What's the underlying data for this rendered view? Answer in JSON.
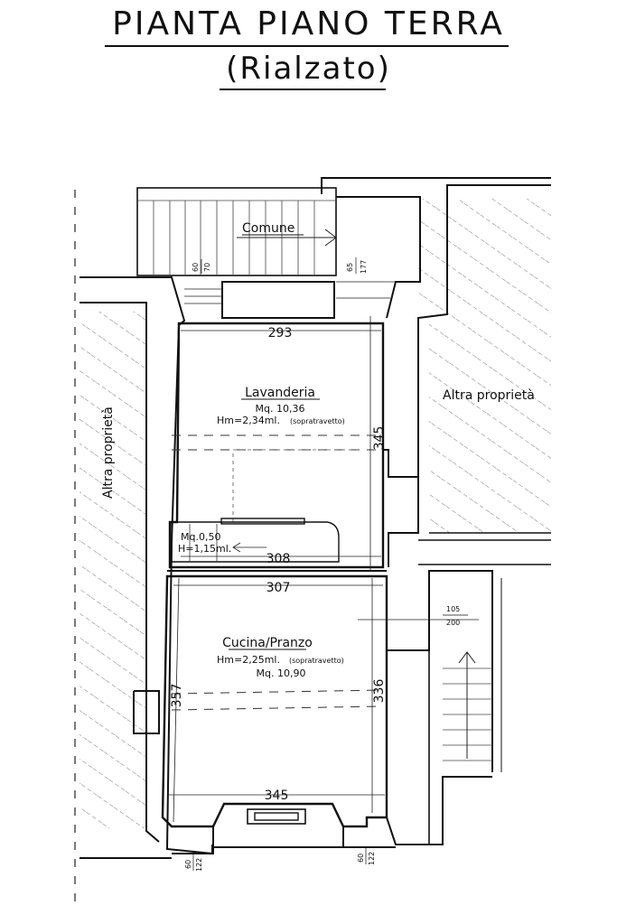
{
  "title": {
    "main": "PIANTA PIANO TERRA",
    "sub": "(Rialzato)"
  },
  "rooms": {
    "comune": {
      "name": "Comune"
    },
    "lavanderia": {
      "name": "Lavanderia",
      "area": "Mq. 10,36",
      "height": "Hm=2,34ml.",
      "height_note": "(sopratravetto)"
    },
    "ripostiglio": {
      "area": "Mq.0,50",
      "height": "H=1,15ml."
    },
    "cucina": {
      "name": "Cucina/Pranzo",
      "height": "Hm=2,25ml.",
      "height_note": "(sopratravetto)",
      "area": "Mq. 10,90"
    }
  },
  "neighbors": {
    "left": "Altra proprietà",
    "right": "Altra proprietà"
  },
  "dimensions": {
    "lav_width": "293",
    "lav_depth": "345",
    "rip_width": "308",
    "cuc_width_top": "307",
    "cuc_width_bottom": "345",
    "cuc_depth_left": "357",
    "cuc_depth_right": "336"
  },
  "openings": {
    "door_left_top": {
      "w": "60",
      "h": "70"
    },
    "door_right_top": {
      "w": "65",
      "h": "177"
    },
    "window_right": {
      "w": "105",
      "h": "200"
    },
    "window_bottom_left": {
      "w": "60",
      "h": "122"
    },
    "window_bottom_right": {
      "w": "60",
      "h": "122"
    }
  }
}
